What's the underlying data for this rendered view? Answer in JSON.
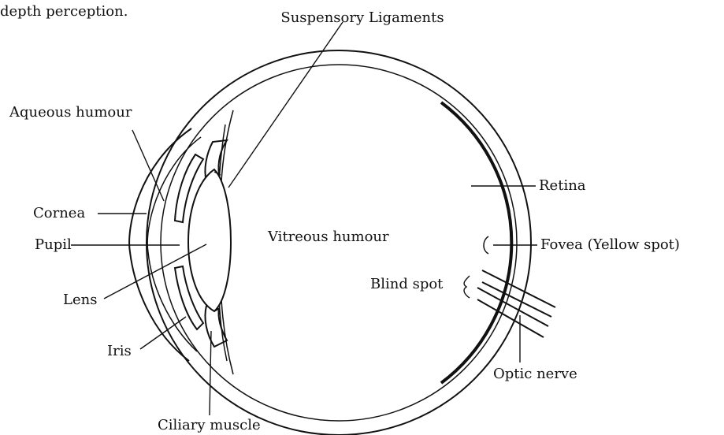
{
  "header_fragment": "depth perception.",
  "labels": {
    "suspensory_ligaments": "Suspensory Ligaments",
    "aqueous_humour": "Aqueous humour",
    "cornea": "Cornea",
    "pupil": "Pupil",
    "lens": "Lens",
    "iris": "Iris",
    "ciliary_muscle": "Ciliary muscle",
    "vitreous_humour": "Vitreous humour",
    "retina": "Retina",
    "fovea": "Fovea (Yellow spot)",
    "blind_spot": "Blind spot",
    "optic_nerve": "Optic nerve"
  }
}
